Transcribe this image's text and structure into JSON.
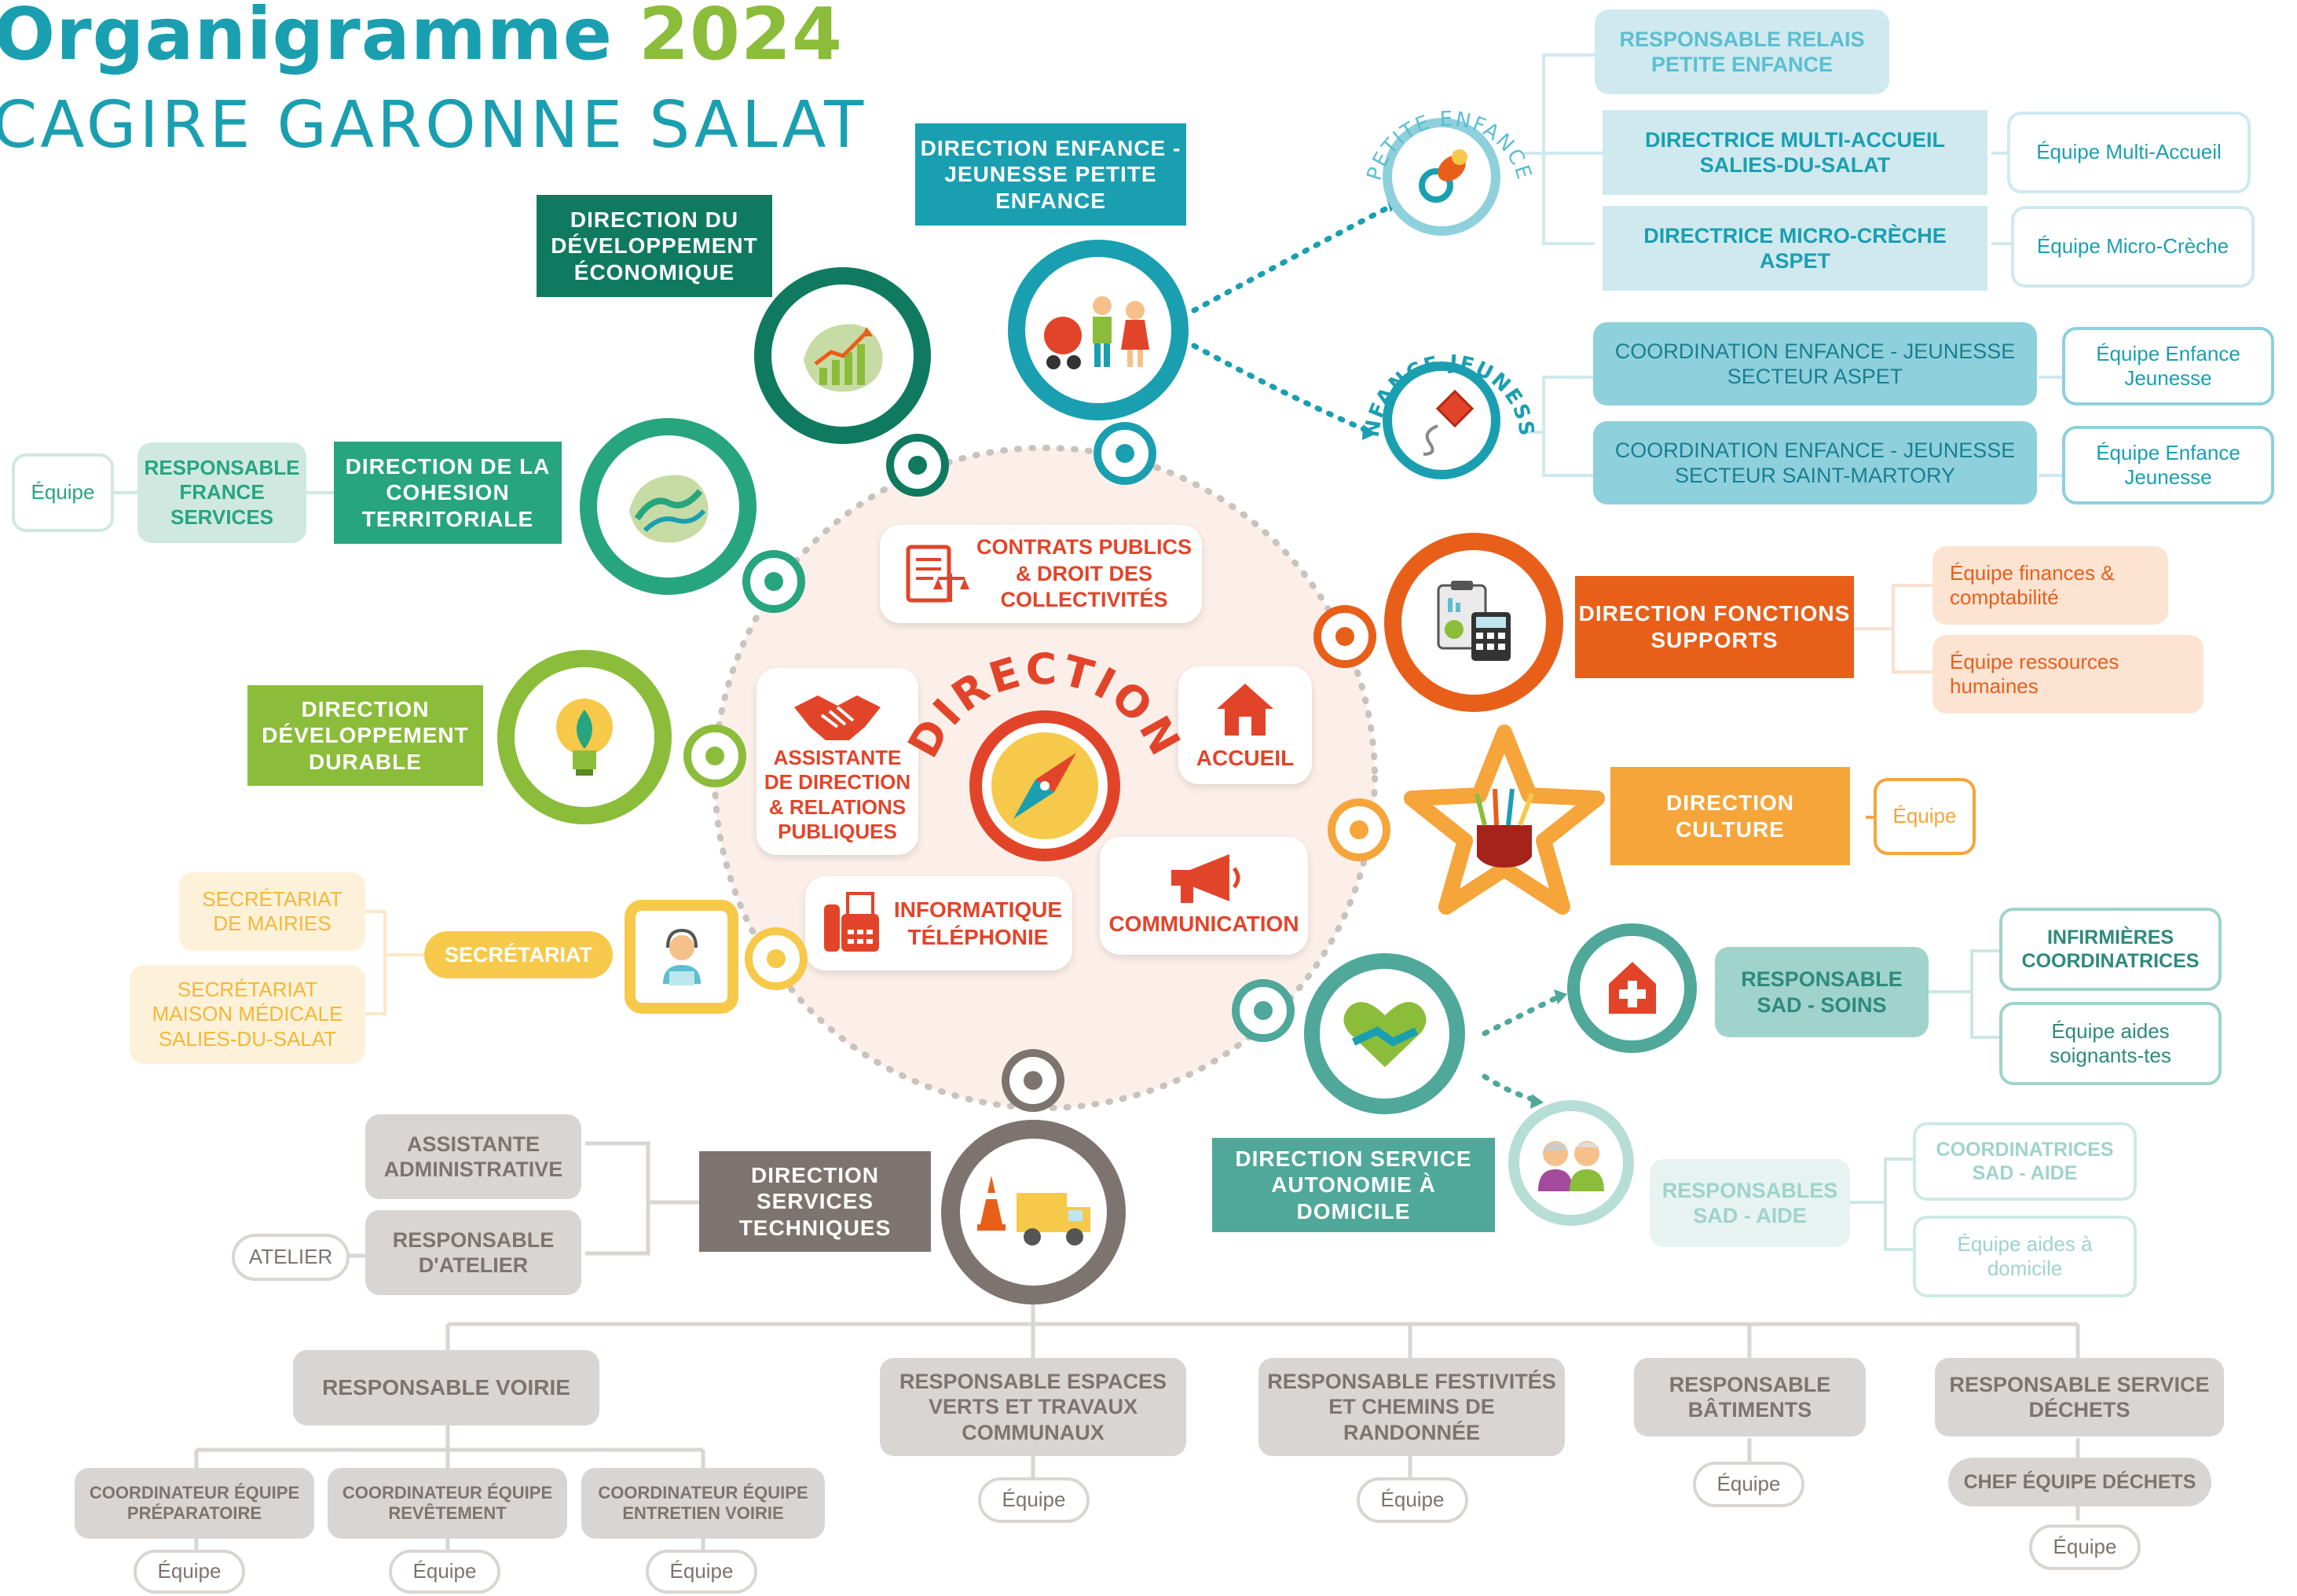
{
  "title": {
    "line1a": "Organigramme",
    "line1b": "2024",
    "line2": "CAGIRE GARONNE SALAT"
  },
  "colors": {
    "teal": "#1a9fb1",
    "dark_green": "#0f7a60",
    "mid_green": "#27a57f",
    "lime": "#8bbd3a",
    "yellow": "#f6c94a",
    "orange": "#e85f1a",
    "light_orange": "#f5a53a",
    "red": "#e2442a",
    "grey": "#7d746f",
    "light_grey": "#d9d5d2",
    "pale_teal": "#cfe9ef",
    "sad_green": "#4fa89a"
  },
  "center": {
    "title": "DIRECTION",
    "contrats": "CONTRATS PUBLICS & DROIT DES COLLECTIVITÉS",
    "assistante": "ASSISTANTE DE DIRECTION & RELATIONS PUBLIQUES",
    "accueil": "ACCUEIL",
    "informatique": "INFORMATIQUE TÉLÉPHONIE",
    "communication": "COMMUNICATION"
  },
  "enfance": {
    "direction": "DIRECTION ENFANCE - JEUNESSE PETITE ENFANCE",
    "petite_enfance_label": "PETITE ENFANCE",
    "enfance_jeunesse_label": "ENFANCE JEUNESSE",
    "relais": "RESPONSABLE RELAIS PETITE ENFANCE",
    "multi_accueil": "DIRECTRICE MULTI-ACCUEIL SALIES-DU-SALAT",
    "equipe_multi_accueil": "Équipe Multi-Accueil",
    "micro_creche": "DIRECTRICE MICRO-CRÈCHE ASPET",
    "equipe_micro_creche": "Équipe Micro-Crèche",
    "coord_aspet": "COORDINATION ENFANCE - JEUNESSE SECTEUR ASPET",
    "equipe_ej_1": "Équipe Enfance Jeunesse",
    "coord_saint_martory": "COORDINATION ENFANCE - JEUNESSE SECTEUR SAINT-MARTORY",
    "equipe_ej_2": "Équipe Enfance Jeunesse"
  },
  "dev_eco": {
    "direction": "DIRECTION DU DÉVELOPPEMENT ÉCONOMIQUE"
  },
  "cohesion": {
    "direction": "DIRECTION DE LA COHESION TERRITORIALE",
    "france_services": "RESPONSABLE FRANCE SERVICES",
    "equipe": "Équipe"
  },
  "durable": {
    "direction": "DIRECTION DÉVELOPPEMENT DURABLE"
  },
  "secretariat": {
    "label": "SECRÉTARIAT",
    "mairies": "SECRÉTARIAT DE MAIRIES",
    "maison_medicale": "SECRÉTARIAT MAISON MÉDICALE SALIES-DU-SALAT"
  },
  "supports": {
    "direction": "DIRECTION FONCTIONS SUPPORTS",
    "finances": "Équipe finances & comptabilité",
    "rh": "Équipe ressources humaines"
  },
  "culture": {
    "direction": "DIRECTION CULTURE",
    "equipe": "Équipe"
  },
  "sad": {
    "direction": "DIRECTION SERVICE AUTONOMIE À DOMICILE",
    "soins": "RESPONSABLE SAD - SOINS",
    "infirmieres": "INFIRMIÈRES COORDINATRICES",
    "equipe_aides_soignants": "Équipe aides soignants-tes",
    "aide": "RESPONSABLES SAD - AIDE",
    "coord_aide": "COORDINATRICES SAD - AIDE",
    "equipe_aides_domicile": "Équipe aides à domicile"
  },
  "tech": {
    "direction": "DIRECTION SERVICES TECHNIQUES",
    "assistante": "ASSISTANTE ADMINISTRATIVE",
    "resp_atelier": "RESPONSABLE D'ATELIER",
    "atelier": "ATELIER",
    "voirie": "RESPONSABLE VOIRIE",
    "espaces_verts": "RESPONSABLE ESPACES VERTS ET TRAVAUX COMMUNAUX",
    "festivites": "RESPONSABLE FESTIVITÉS ET CHEMINS DE RANDONNÉE",
    "batiments": "RESPONSABLE BÂTIMENTS",
    "dechets": "RESPONSABLE SERVICE DÉCHETS",
    "chef_dechets": "CHEF ÉQUIPE DÉCHETS",
    "coord_prep": "COORDINATEUR ÉQUIPE PRÉPARATOIRE",
    "coord_revet": "COORDINATEUR ÉQUIPE REVÊTEMENT",
    "coord_entretien": "COORDINATEUR ÉQUIPE ENTRETIEN VOIRIE",
    "equipe": "Équipe"
  }
}
